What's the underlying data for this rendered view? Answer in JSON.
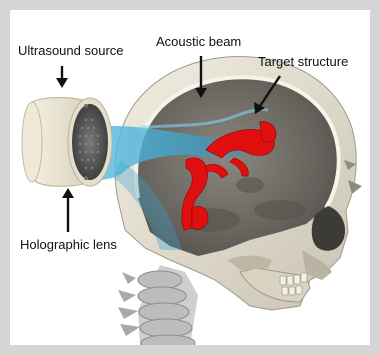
{
  "labels": {
    "ultrasound_source": "Ultrasound source",
    "acoustic_beam": "Acoustic beam",
    "target_structure": "Target structure",
    "holographic_lens": "Holographic lens"
  },
  "icons": {
    "transducer": "ultrasound-transducer-icon",
    "skull": "skull-illustration",
    "spine": "cervical-spine-illustration",
    "vessels": "target-vessels-illustration",
    "beam": "acoustic-beam-illustration"
  },
  "colors": {
    "frame": "#d5d5d5",
    "panel": "#ffffff",
    "bone": "#e9e4d4",
    "bone_shadow": "#9f9a8c",
    "cranial_cavity": "#6d6962",
    "beam": "#3fa7cf",
    "target": "#e01010",
    "lens": "#5a5a5a",
    "label": "#111111"
  }
}
